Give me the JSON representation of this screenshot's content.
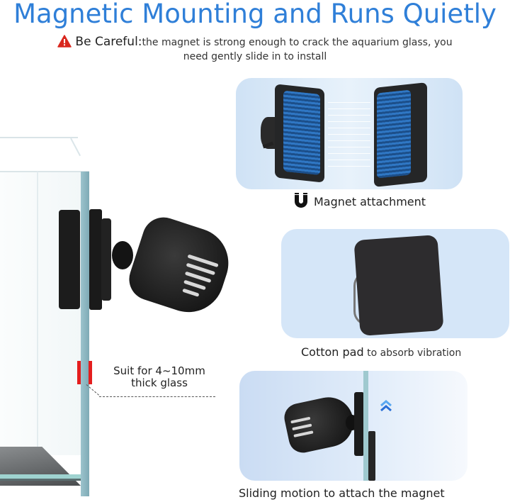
{
  "header": {
    "title": "Magnetic Mounting and Runs Quietly",
    "warning_label": "Be Careful:",
    "warning_text_line1": "the magnet is strong enough to crack the aquarium glass, you",
    "warning_text_line2": "need gently slide in to install"
  },
  "main_illustration": {
    "glass_note_line1": "Suit for 4~10mm",
    "glass_note_line2": "thick glass"
  },
  "panels": [
    {
      "icon": "magnet-icon",
      "caption": "Magnet attachment",
      "caption_suffix": ""
    },
    {
      "icon": "",
      "caption": "Cotton pad",
      "caption_suffix": " to absorb vibration"
    },
    {
      "icon": "chevron-up-icon",
      "caption": "Sliding motion to attach the magnet",
      "caption_suffix": ""
    }
  ],
  "colors": {
    "title_blue": "#2f7fd8",
    "warning_red": "#d9271e",
    "thickness_marker_red": "#e41e1e",
    "panel_blue": "#d5e6f8",
    "glass_edge": "#8fb9c3"
  }
}
